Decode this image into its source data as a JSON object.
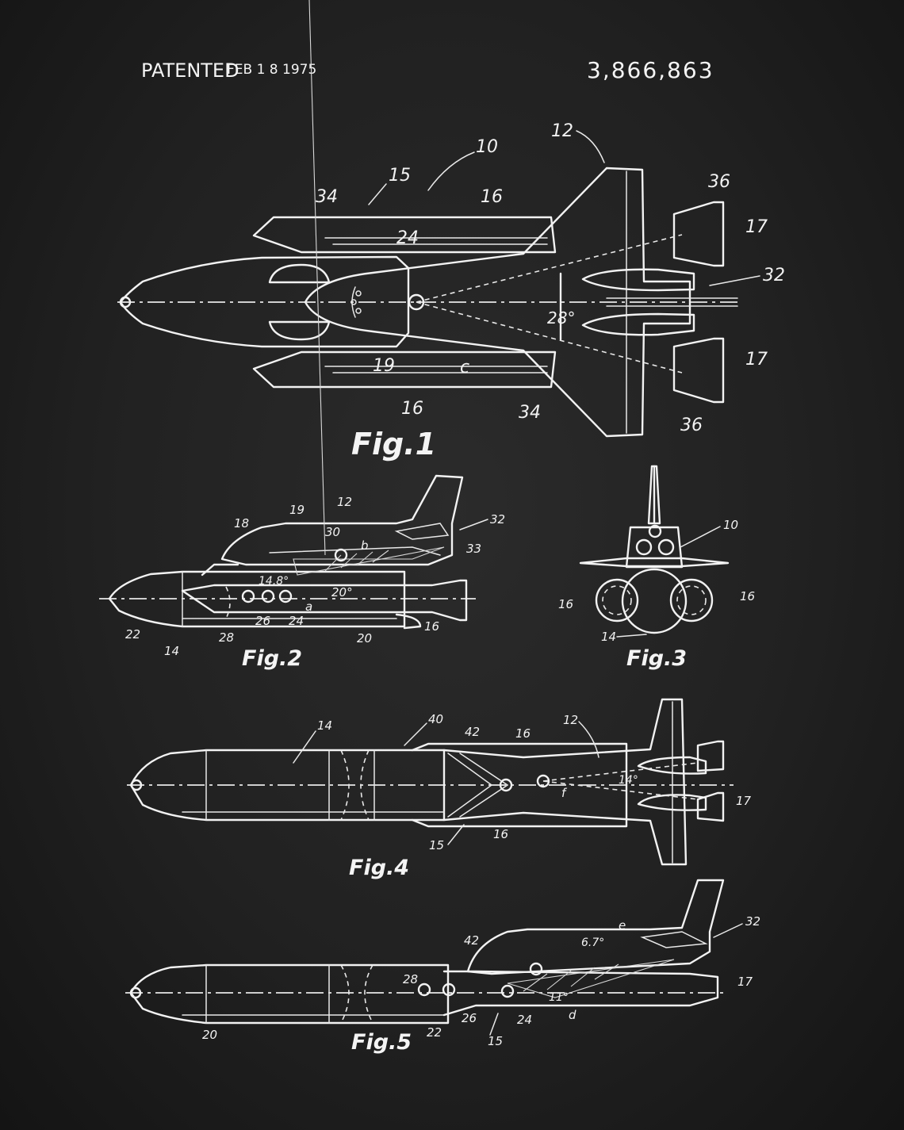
{
  "header": {
    "patented": "PATENTED",
    "date": "FEB 1 8 1975",
    "number": "3,866,863"
  },
  "figures": {
    "fig1": {
      "caption": "Fig.1",
      "labels": {
        "ref10": "10",
        "ref12": "12",
        "ref15": "15",
        "ref16a": "16",
        "ref16b": "16",
        "ref17a": "17",
        "ref17b": "17",
        "ref19": "19",
        "ref24": "24",
        "ref32": "32",
        "ref34a": "34",
        "ref34b": "34",
        "ref36a": "36",
        "ref36b": "36",
        "refC": "c",
        "angle": "28°"
      }
    },
    "fig2": {
      "caption": "Fig.2",
      "labels": {
        "ref12": "12",
        "ref14": "14",
        "ref16": "16",
        "ref18": "18",
        "ref19": "19",
        "ref20": "20",
        "ref22": "22",
        "ref24": "24",
        "ref26": "26",
        "ref28": "28",
        "ref30": "30",
        "ref32": "32",
        "ref33": "33",
        "refA": "a",
        "refB": "b",
        "angle1": "14.8°",
        "angle2": "20°"
      }
    },
    "fig3": {
      "caption": "Fig.3",
      "labels": {
        "ref10": "10",
        "ref14": "14",
        "ref16a": "16",
        "ref16b": "16"
      }
    },
    "fig4": {
      "caption": "Fig.4",
      "labels": {
        "ref12": "12",
        "ref14": "14",
        "ref15": "15",
        "ref16a": "16",
        "ref16b": "16",
        "ref17": "17",
        "ref40": "40",
        "ref42": "42",
        "refF": "f",
        "angle": "14°"
      }
    },
    "fig5": {
      "caption": "Fig.5",
      "labels": {
        "ref15": "15",
        "ref17": "17",
        "ref20": "20",
        "ref22": "22",
        "ref24": "24",
        "ref26": "26",
        "ref28": "28",
        "ref32": "32",
        "ref42": "42",
        "refD": "d",
        "refE": "e",
        "angle1": "6.7°",
        "angle2": "11°"
      }
    }
  },
  "colors": {
    "background": "#1e1e1e",
    "ink": "#f2f2f2"
  }
}
